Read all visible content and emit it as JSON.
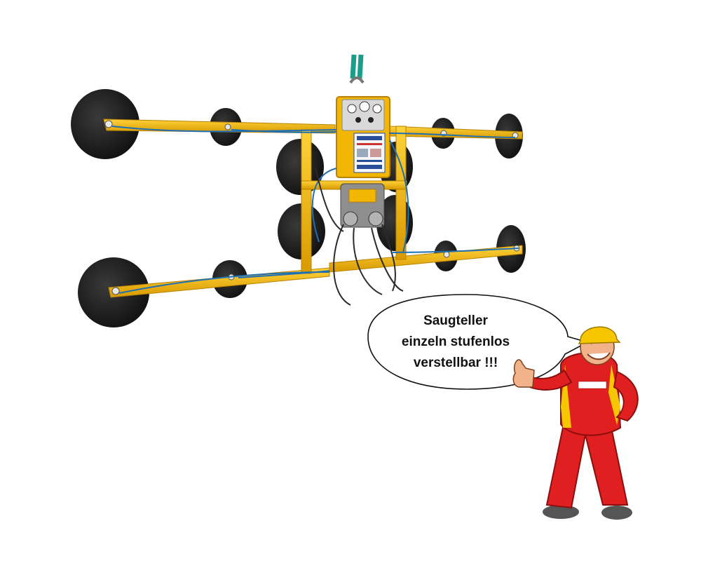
{
  "speech_bubble": {
    "lines": [
      "Saugteller",
      "einzeln stufenlos",
      "verstellbar !!!"
    ]
  },
  "colors": {
    "frame_yellow": "#f2b705",
    "frame_dark": "#b98300",
    "pad_black": "#1c1c1c",
    "hose_blue": "#1f6fb3",
    "strap_teal": "#1a9e8a",
    "worker_red": "#e02020",
    "helmet_yellow": "#f7c600"
  },
  "icons": [
    "vacuum-lifter-illustration",
    "worker-mascot-illustration",
    "speech-bubble"
  ]
}
